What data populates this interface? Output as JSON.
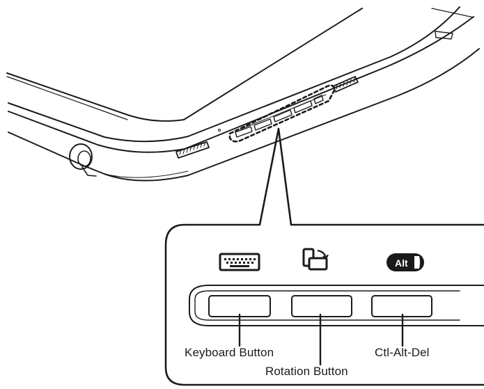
{
  "labels": {
    "keyboard_button": "Keyboard Button",
    "rotation_button": "Rotation Button",
    "ctl_alt_del": "Ctl-Alt-Del"
  },
  "icons": {
    "keyboard": "keyboard-icon",
    "rotation": "rotation-icon",
    "ctl_alt_del": "alt-key-icon",
    "alt_text": "Alt"
  },
  "colors": {
    "line": "#1a1a1a",
    "background": "#ffffff",
    "panel_fill": "#ffffff"
  }
}
